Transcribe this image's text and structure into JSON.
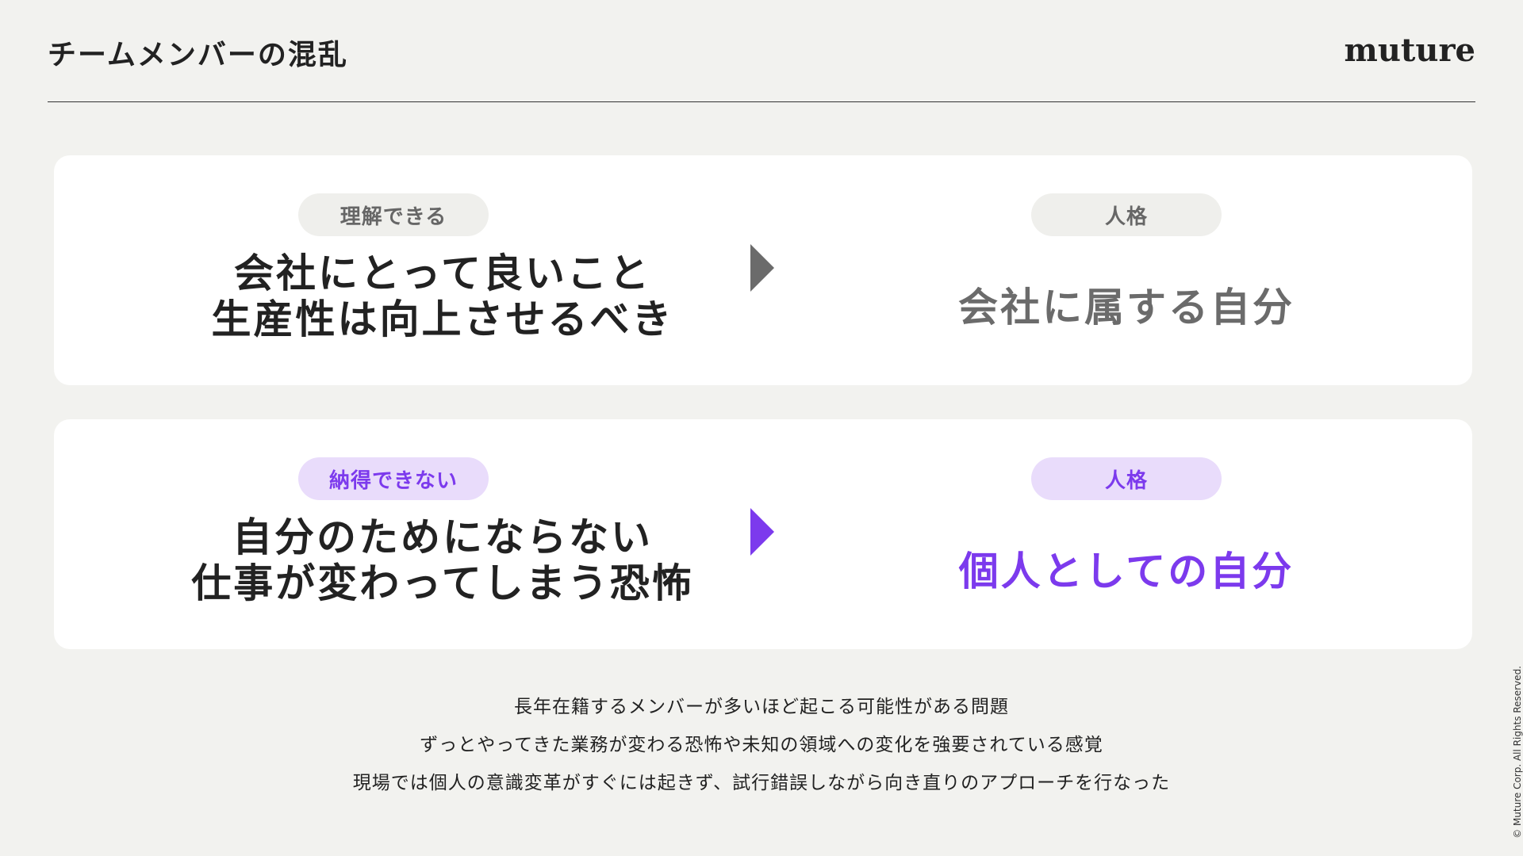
{
  "header": {
    "title": "チームメンバーの混乱",
    "logo_text": "muture"
  },
  "cards": [
    {
      "left_pill": "理解できる",
      "left_lines": [
        "会社にとって良いこと",
        "生産性は向上させるべき"
      ],
      "right_pill": "人格",
      "right_text": "会社に属する自分",
      "accent": "#6b6b6b"
    },
    {
      "left_pill": "納得できない",
      "left_lines": [
        "自分のためにならない",
        "仕事が変わってしまう恐怖"
      ],
      "right_pill": "人格",
      "right_text": "個人としての自分",
      "accent": "#7c3aed"
    }
  ],
  "notes": [
    "長年在籍するメンバーが多いほど起こる可能性がある問題",
    "ずっとやってきた業務が変わる恐怖や未知の領域への変化を強要されている感覚",
    "現場では個人の意識変革がすぐには起きず、試行錯誤しながら向き直りのアプローチを行なった"
  ],
  "copyright": "© Muture Corp. All Rights Reserved.",
  "colors": {
    "background": "#f2f2ef",
    "card": "#ffffff",
    "purple": "#7c3aed",
    "purple_pill": "#e9dcfb",
    "gray": "#6b6b6b"
  }
}
